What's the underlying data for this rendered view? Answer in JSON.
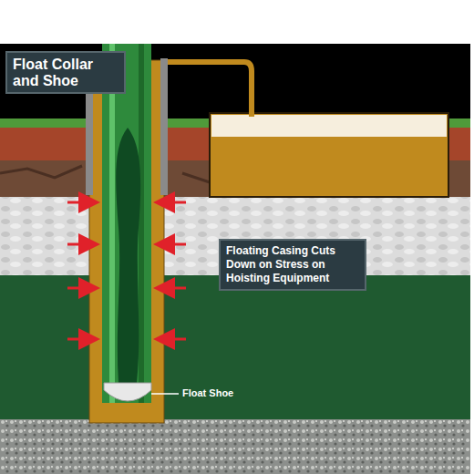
{
  "diagram": {
    "title": "Float Collar and Shoe",
    "nodes": [
      {
        "text": [
          "Floating Casing Cuts Down on Stress on Hoisting Equipment"
        ]
      }
    ],
    "labels": [
      "Float Shoe"
    ]
  }
}
